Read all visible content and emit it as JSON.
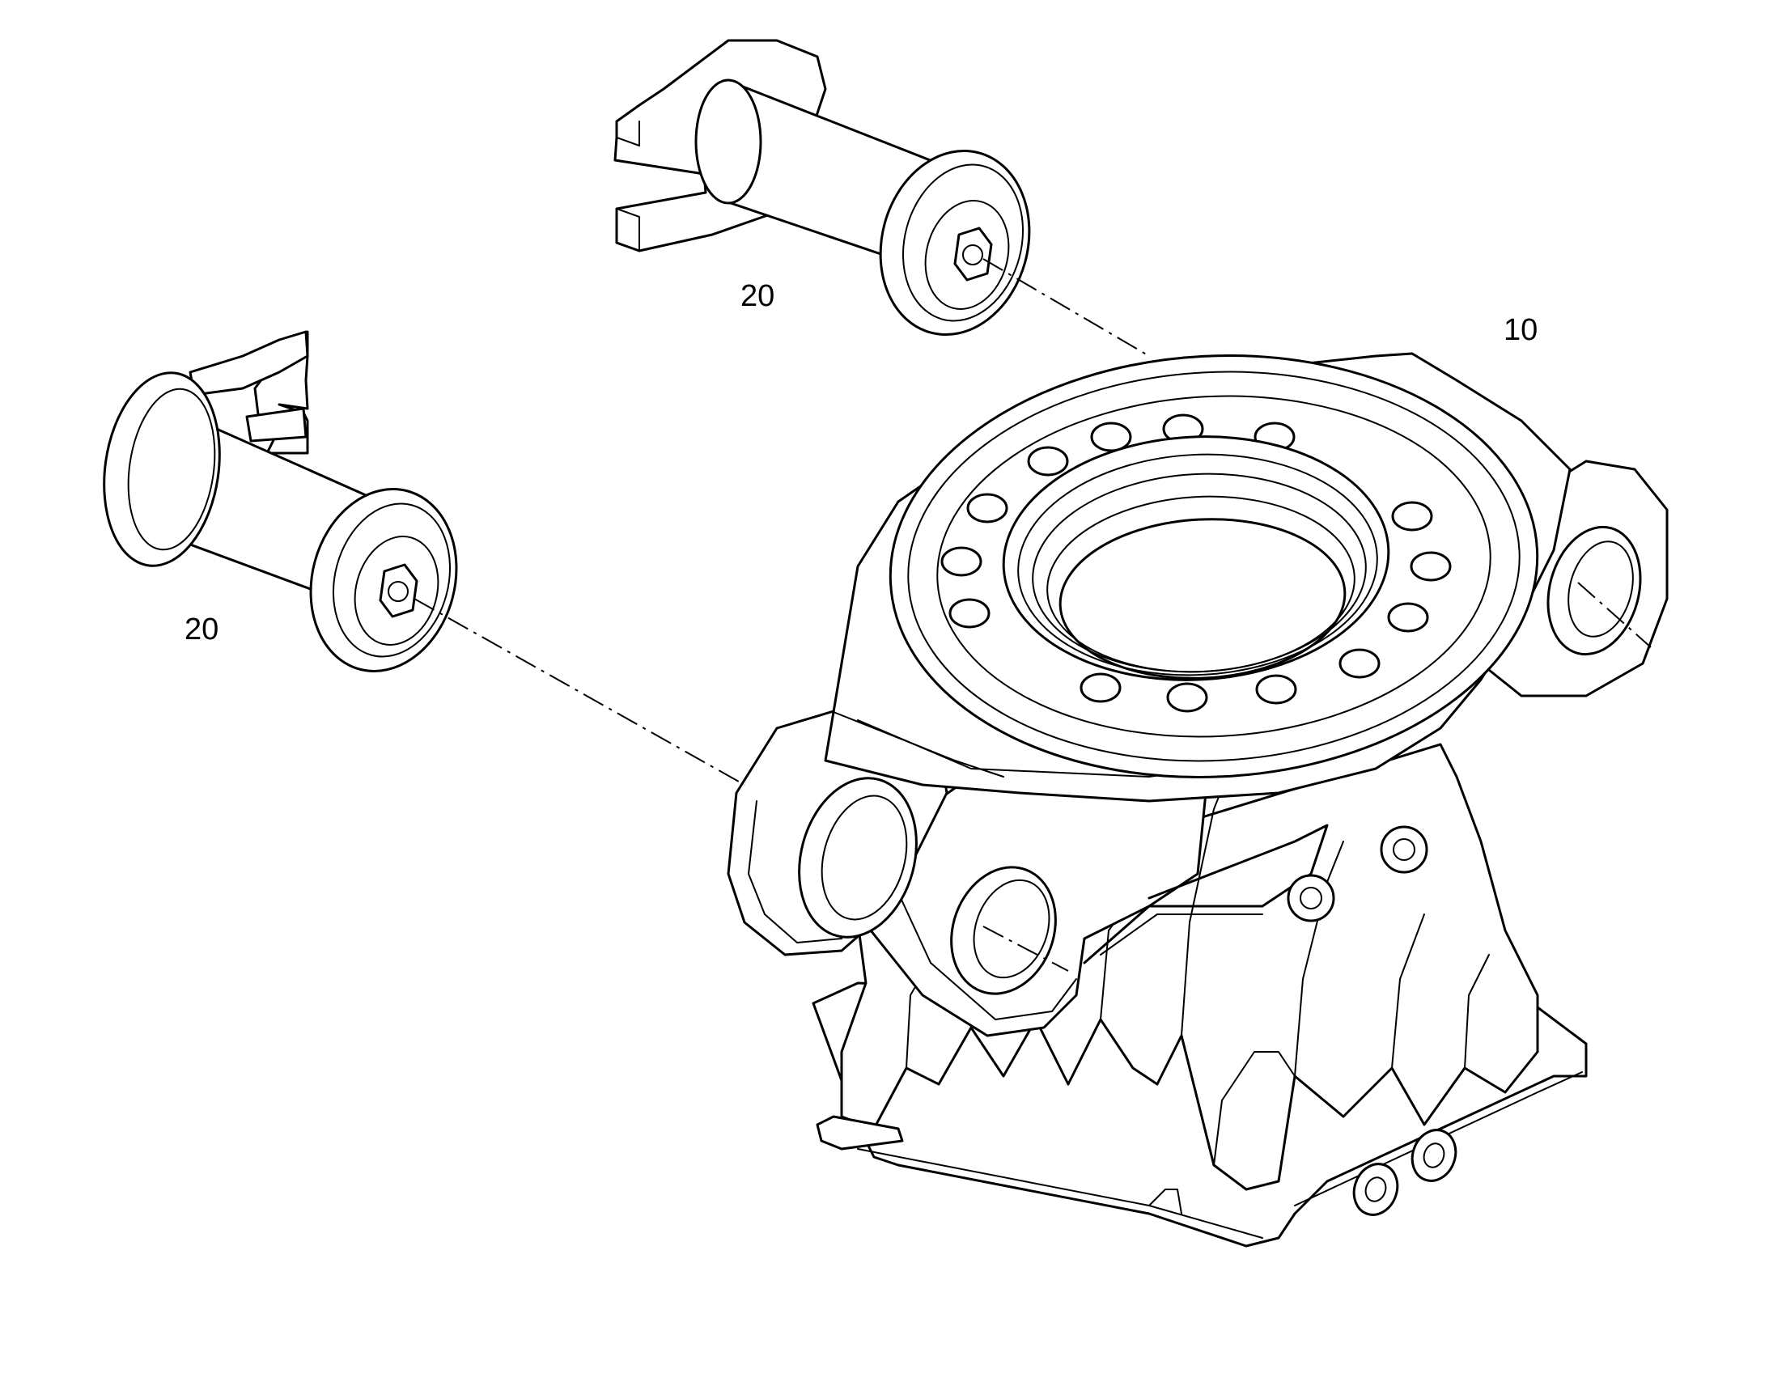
{
  "callouts": {
    "housing": "10",
    "pin_upper": "20",
    "pin_lower": "20"
  }
}
